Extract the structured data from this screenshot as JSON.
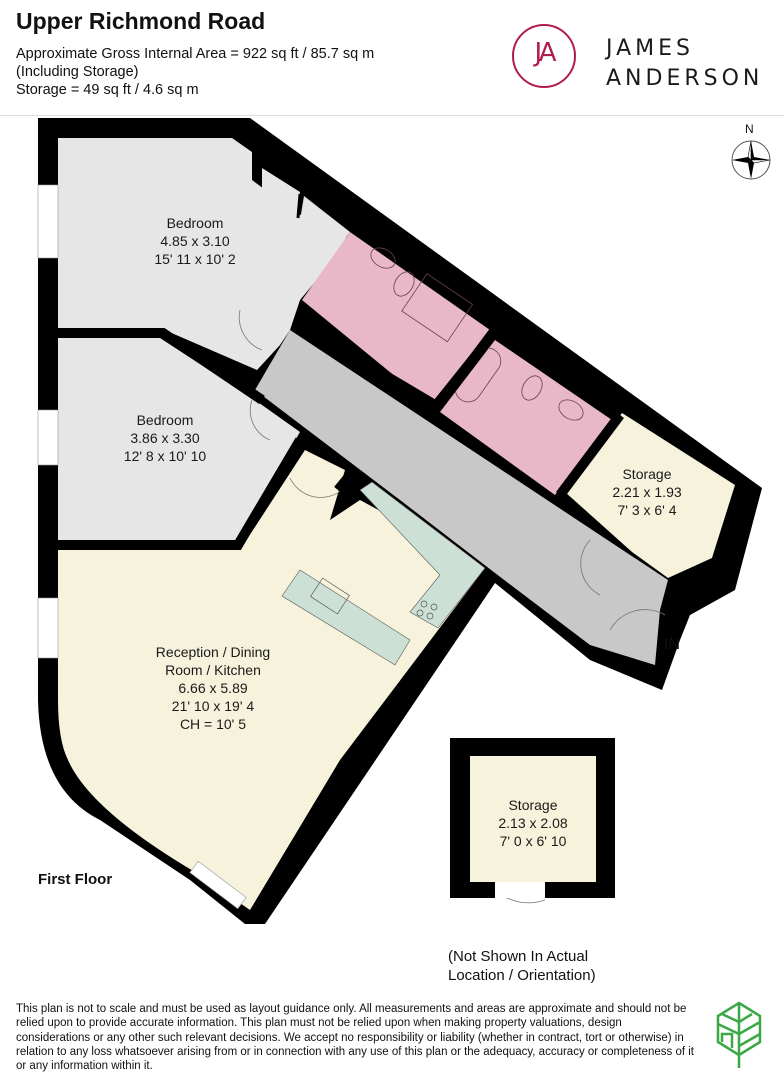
{
  "header": {
    "title": "Upper Richmond Road",
    "gross_area": "Approximate Gross Internal Area = 922 sq ft / 85.7 sq m",
    "including": "(Including Storage)",
    "storage_area": "Storage = 49 sq ft / 4.6 sq m"
  },
  "brand": {
    "monogram": "JA",
    "line1": "JAMES",
    "line2": "ANDERSON",
    "color": "#b01d4a"
  },
  "compass": {
    "north_label": "N",
    "icon": "compass-rose-icon"
  },
  "rooms": [
    {
      "name": "Bedroom",
      "metric": "4.85 x 3.10",
      "imperial": "15' 11 x 10' 2",
      "color": "#e6e6e6"
    },
    {
      "name": "Bedroom",
      "metric": "3.86 x 3.30",
      "imperial": "12' 8 x 10' 10",
      "color": "#e6e6e6"
    },
    {
      "name": "Reception / Dining",
      "name2": "Room / Kitchen",
      "metric": "6.66 x 5.89",
      "imperial": "21' 10 x 19' 4",
      "ceiling": "CH = 10' 5",
      "color": "#f6f2dc"
    },
    {
      "name": "Storage",
      "metric": "2.21 x 1.93",
      "imperial": "7' 3 x 6' 4",
      "color": "#f6f2dc"
    },
    {
      "name": "Storage",
      "metric": "2.13 x 2.08",
      "imperial": "7' 0 x 6' 10",
      "color": "#f6f2dc"
    }
  ],
  "colors": {
    "wall": "#000000",
    "bedroom": "#e6e6e6",
    "hallway": "#c8c8c8",
    "bathroom": "#e8b7c8",
    "kitchen_units": "#cde0d5",
    "living": "#f6f2dc",
    "leaf_green": "#3aa845"
  },
  "labels": {
    "floor": "First Floor",
    "entrance": "IN",
    "storage_note_line1": "(Not Shown In Actual",
    "storage_note_line2": "Location / Orientation)"
  },
  "disclaimer": "This plan is not to scale and must be used as layout guidance only. All measurements and areas are approximate and should not be relied upon to provide accurate information. This plan must not be relied upon when making property valuations, design considerations or any other such relevant decisions. We accept no responsibility or liability (whether in contract, tort or otherwise) in relation to any loss whatsoever arising from or in connection with any use of this plan or the adequacy, accuracy or completeness of it or any information within it."
}
